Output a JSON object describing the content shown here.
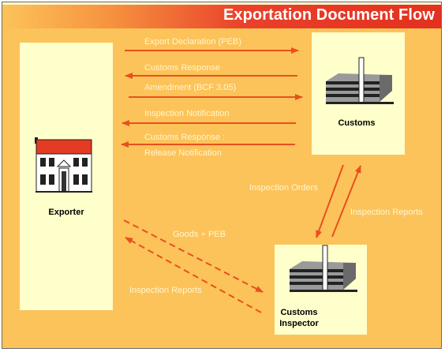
{
  "title": "Exportation Document Flow",
  "nodes": {
    "exporter": "Exporter",
    "customs": "Customs",
    "inspector_line1": "Customs",
    "inspector_line2": "Inspector"
  },
  "flows": {
    "export_declaration": "Export Declaration (PEB)",
    "customs_response": "Customs Response",
    "amendment": "Amendment (BCF 3.05)",
    "inspection_notification": "Inspection Notification",
    "customs_response_2": "Customs Response :",
    "release_notification": "Release Notification",
    "inspection_orders": "Inspection Orders",
    "inspection_reports_right": "Inspection Reports",
    "goods_peb": "Goods + PEB",
    "inspection_reports_left": "Inspection Reports"
  },
  "colors": {
    "background": "#fcc35a",
    "box_fill": "#ffffcc",
    "arrow": "#e8501e",
    "label_text": "#fff6d0",
    "title_text": "#ffffff"
  },
  "icons": {
    "exporter": "house-icon",
    "customs": "office-building-icon",
    "inspector": "office-building-icon"
  }
}
